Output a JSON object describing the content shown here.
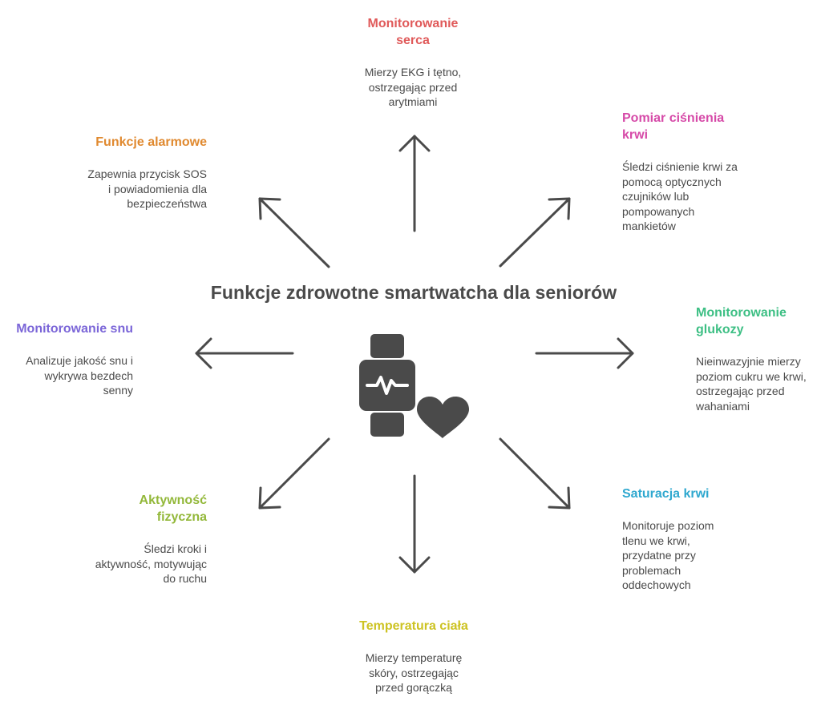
{
  "title": "Funkcje zdrowotne smartwatcha dla seniorów",
  "colors": {
    "ink": "#4a4a4a",
    "heart": "#e05a5a",
    "pressure": "#d64aa8",
    "glucose": "#3dbf84",
    "saturation": "#2fa8cf",
    "temperature": "#cdc323",
    "activity": "#93b83a",
    "sleep": "#7b66d8",
    "alarm": "#e0892f"
  },
  "icon": "smartwatch-heart-icon",
  "features": {
    "heart": {
      "title_line1": "Monitorowanie",
      "title_line2": "serca",
      "desc_line1": "Mierzy EKG i tętno,",
      "desc_line2": "ostrzegając przed",
      "desc_line3": "arytmiami"
    },
    "pressure": {
      "title_line1": "Pomiar ciśnienia",
      "title_line2": "krwi",
      "desc_line1": "Śledzi ciśnienie krwi za",
      "desc_line2": "pomocą optycznych",
      "desc_line3": "czujników lub",
      "desc_line4": "pompowanych",
      "desc_line5": "mankietów"
    },
    "glucose": {
      "title_line1": "Monitorowanie",
      "title_line2": "glukozy",
      "desc_line1": "Nieinwazyjnie mierzy",
      "desc_line2": "poziom cukru we krwi,",
      "desc_line3": "ostrzegając przed",
      "desc_line4": "wahaniami"
    },
    "saturation": {
      "title": "Saturacja krwi",
      "desc_line1": "Monitoruje poziom",
      "desc_line2": "tlenu we krwi,",
      "desc_line3": "przydatne przy",
      "desc_line4": "problemach",
      "desc_line5": "oddechowych"
    },
    "temperature": {
      "title": "Temperatura ciała",
      "desc_line1": "Mierzy temperaturę",
      "desc_line2": "skóry, ostrzegając",
      "desc_line3": "przed gorączką"
    },
    "activity": {
      "title_line1": "Aktywność",
      "title_line2": "fizyczna",
      "desc_line1": "Śledzi kroki i",
      "desc_line2": "aktywność, motywując",
      "desc_line3": "do ruchu"
    },
    "sleep": {
      "title": "Monitorowanie snu",
      "desc_line1": "Analizuje jakość snu i",
      "desc_line2": "wykrywa bezdech",
      "desc_line3": "senny"
    },
    "alarm": {
      "title": "Funkcje alarmowe",
      "desc_line1": "Zapewnia przycisk SOS",
      "desc_line2": "i powiadomienia dla",
      "desc_line3": "bezpieczeństwa"
    }
  }
}
